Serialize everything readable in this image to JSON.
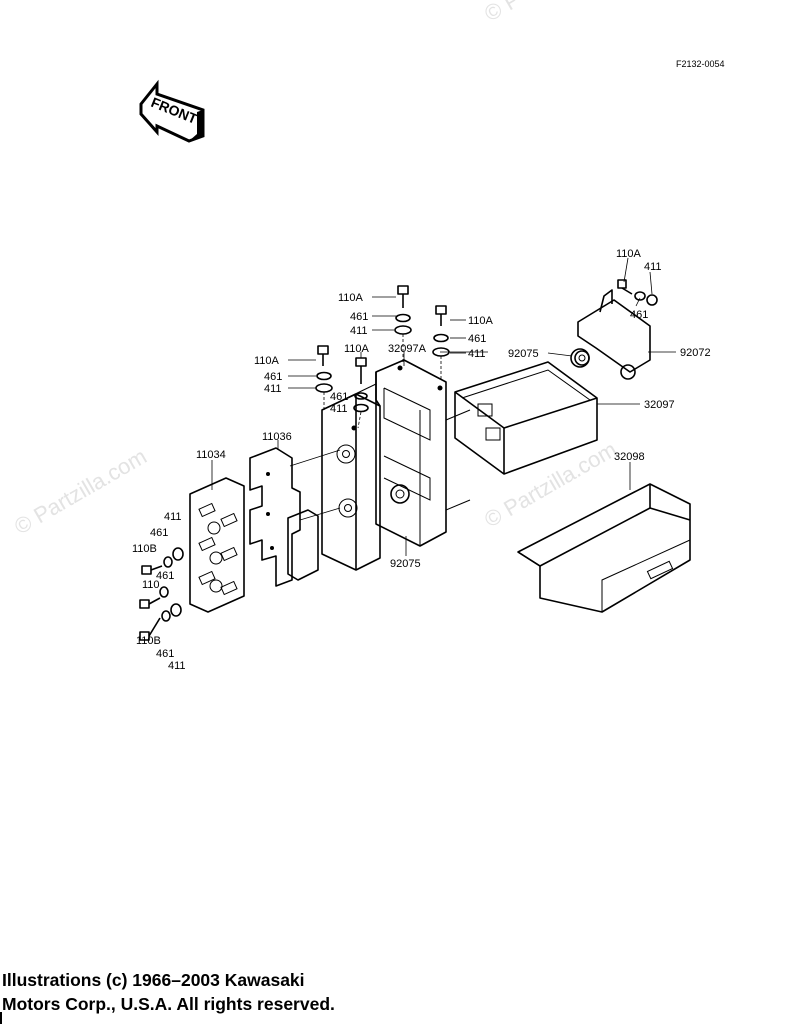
{
  "watermark": {
    "text": "© Partzilla.com",
    "top_fragment": "© P"
  },
  "figure_code": "F2132-0054",
  "front_arrow": {
    "text": "FRONT"
  },
  "labels": {
    "l110A_a": "110A",
    "l461_a": "461",
    "l411_a": "411",
    "l110A_b": "110A",
    "l461_b": "461",
    "l411_b": "411",
    "l110A_c": "110A",
    "l461_c": "461",
    "l411_c": "411",
    "l110A_d": "110A",
    "l32097A": "32097A",
    "l461_d": "461",
    "l411_d": "411",
    "l110A_e": "110A",
    "l411_e": "411",
    "l461_e": "461",
    "l92075_a": "92075",
    "l92072": "92072",
    "l32097": "32097",
    "l11034": "11034",
    "l11036": "11036",
    "l32098": "32098",
    "l411_f": "411",
    "l461_f": "461",
    "l110B_a": "110B",
    "l110_g": "110",
    "l461_g": "461",
    "l110B_b": "110B",
    "l461_h": "461",
    "l411_h": "411",
    "l92075_b": "92075"
  },
  "copyright": {
    "line1": "Illustrations (c) 1966–2003 Kawasaki",
    "line2": "Motors Corp., U.S.A.  All rights reserved."
  }
}
